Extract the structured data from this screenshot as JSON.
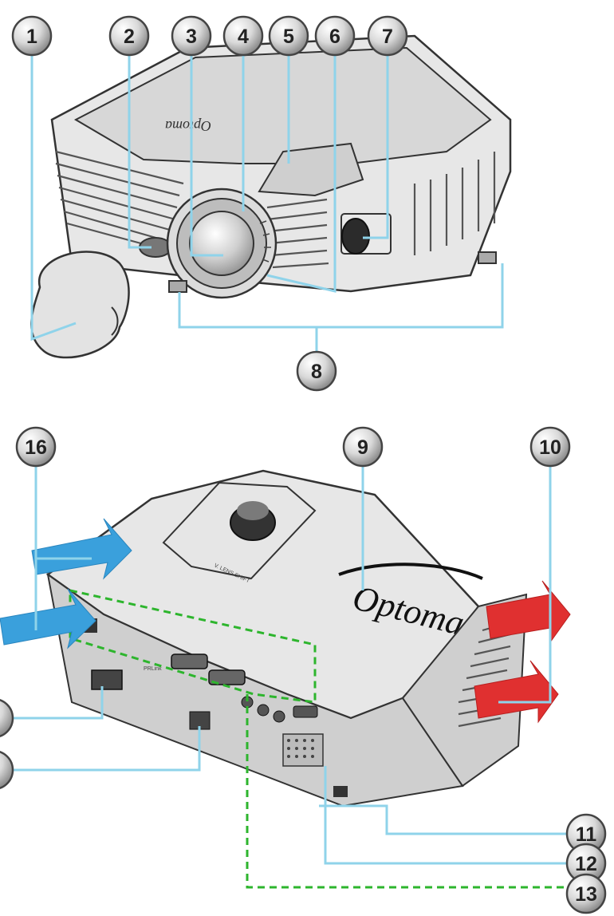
{
  "callouts": [
    "1",
    "2",
    "3",
    "4",
    "5",
    "6",
    "7",
    "8",
    "9",
    "10",
    "11",
    "12",
    "13",
    "16"
  ],
  "brand_front": "Optoma",
  "brand_back": "Optoma",
  "lens_shift_label": "V. LENS SHIFT",
  "port_label": "PRLink",
  "colors": {
    "leader": "#8fd3ea",
    "dashed_highlight": "#2db52d",
    "intake_arrow": "#3aa0dc",
    "exhaust_arrow": "#e03030"
  }
}
